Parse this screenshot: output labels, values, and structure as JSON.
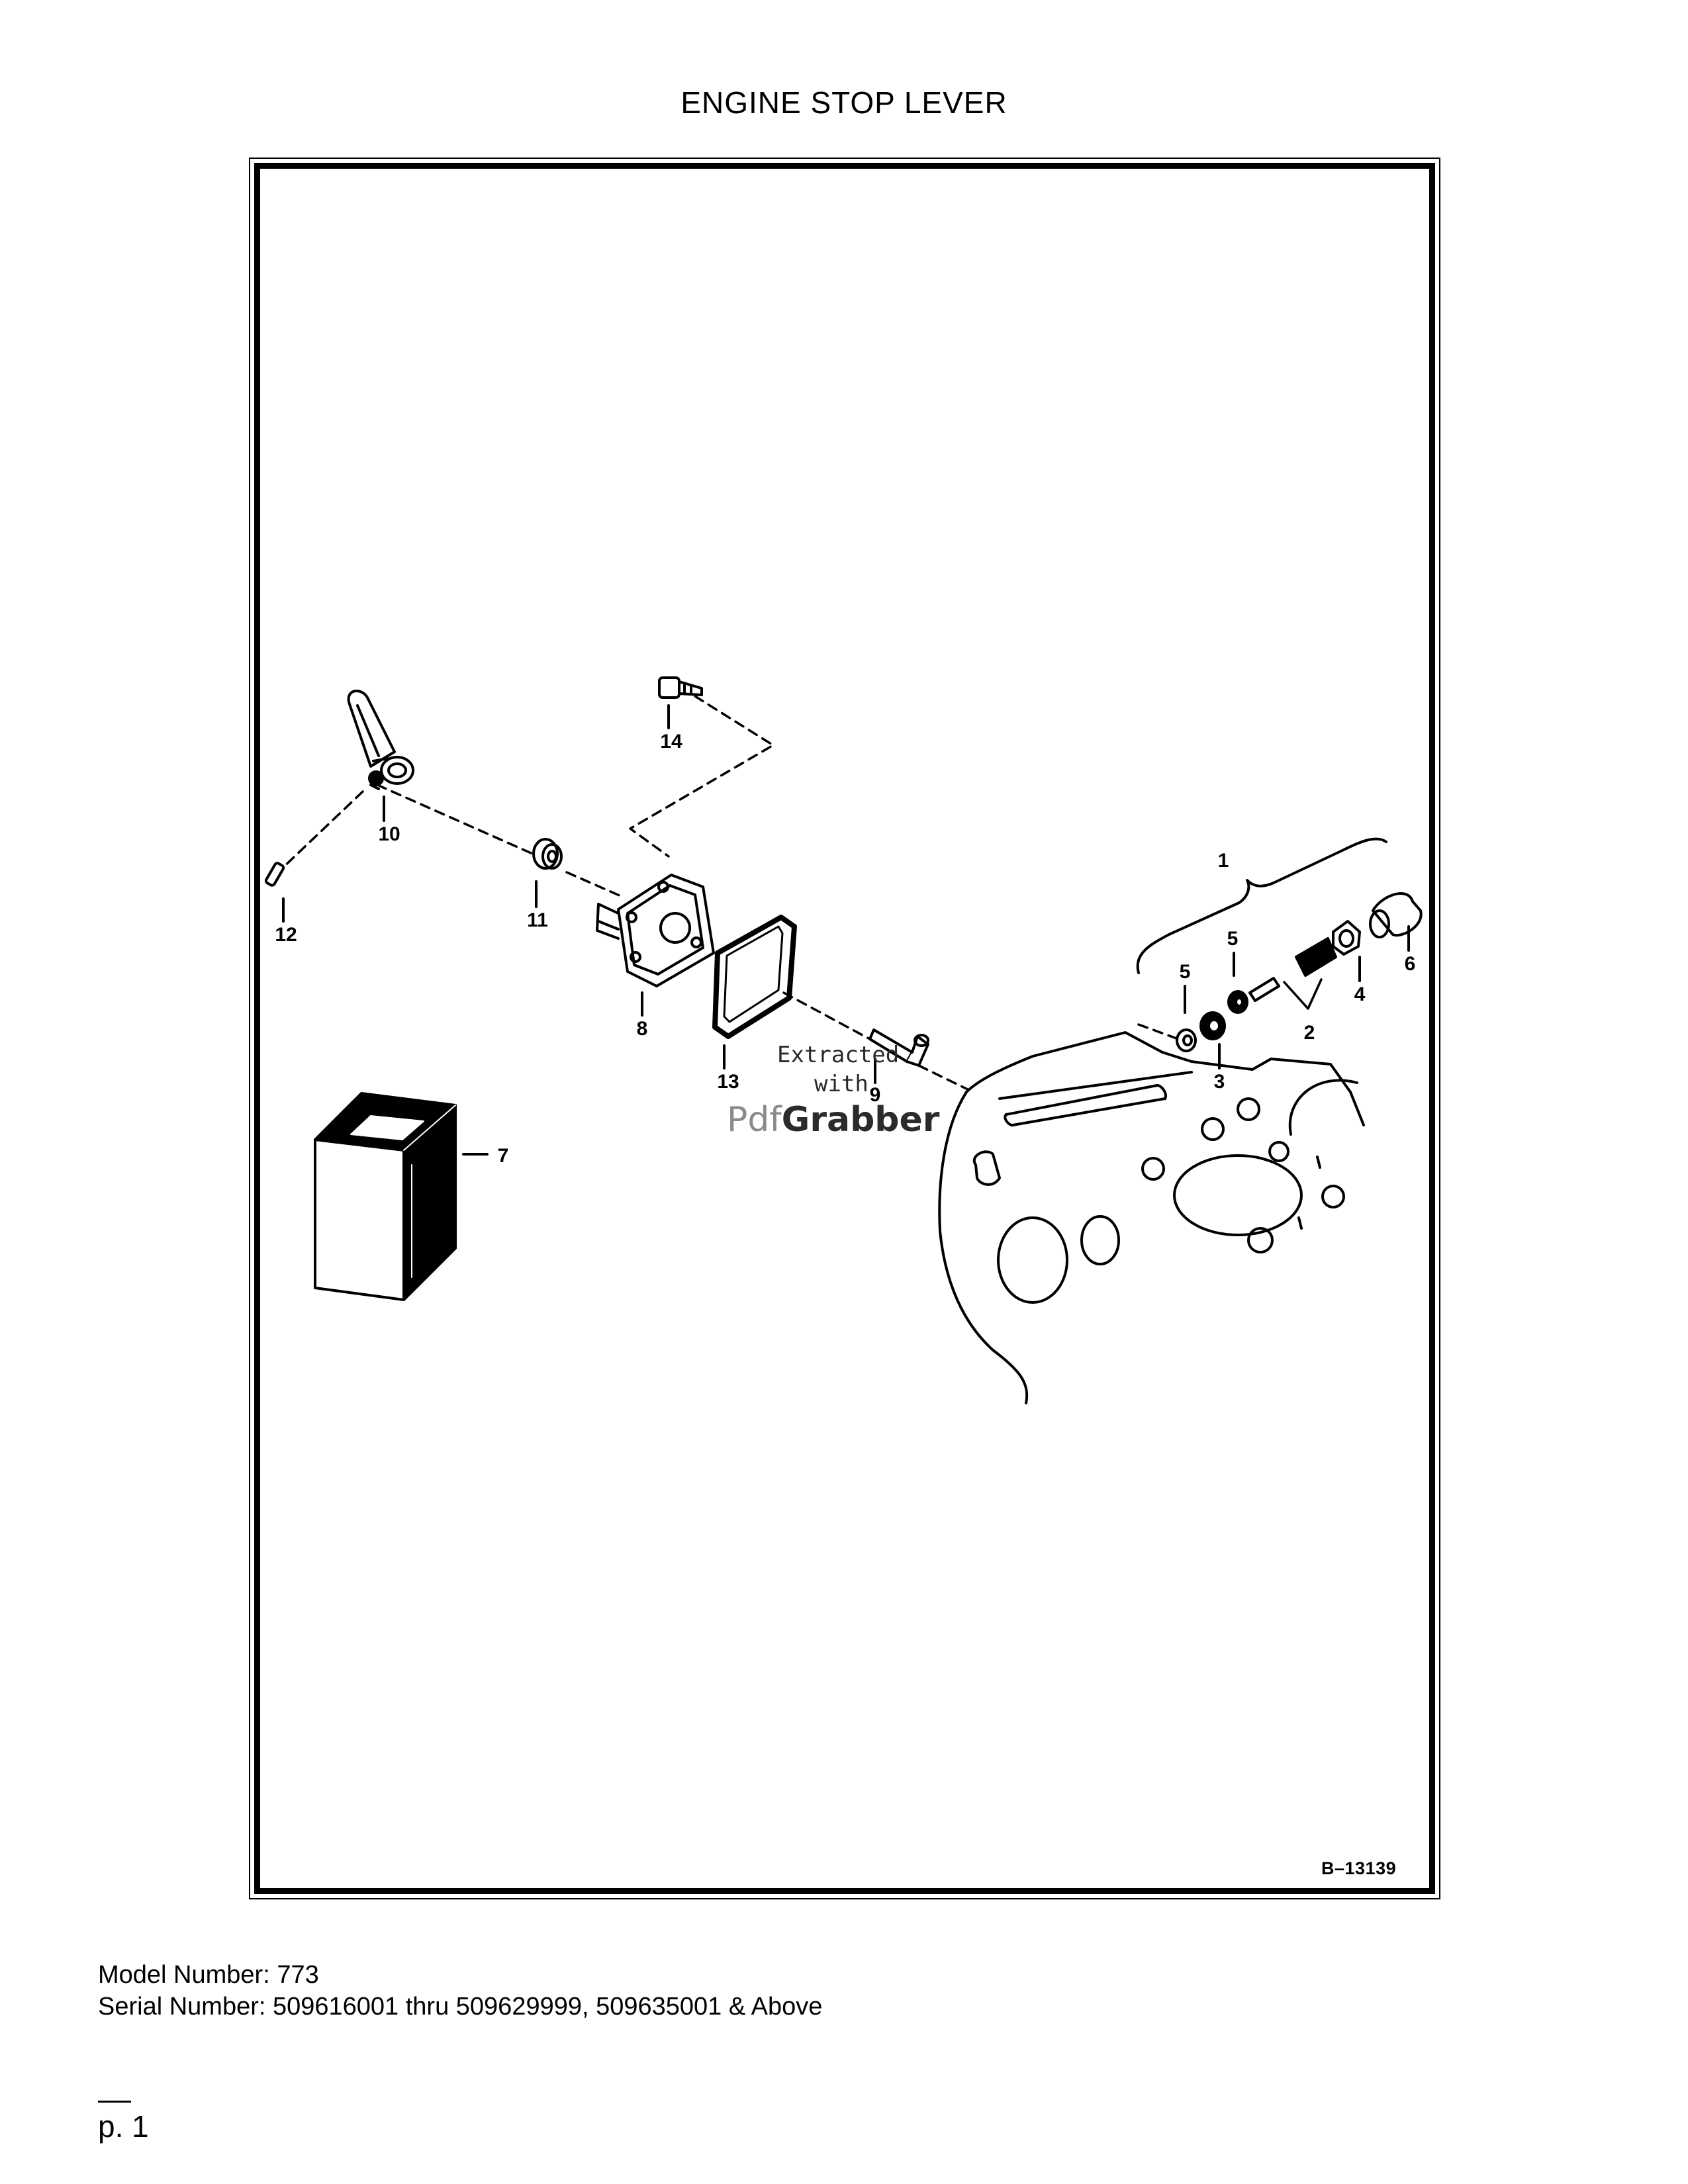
{
  "title": "ENGINE STOP LEVER",
  "figure": {
    "drawing_code": "B–13139",
    "callouts": [
      "1",
      "2",
      "3",
      "4",
      "5",
      "5",
      "6",
      "7",
      "8",
      "9",
      "10",
      "11",
      "12",
      "13",
      "14"
    ]
  },
  "watermark": {
    "line1": "Extracted",
    "line2": "with",
    "brand_light": "Pdf",
    "brand_dark": "Grabber"
  },
  "footer": {
    "model_number": "Model Number: 773",
    "serial_number": "Serial Number: 509616001 thru 509629999, 509635001 & Above",
    "page": "p. 1"
  }
}
